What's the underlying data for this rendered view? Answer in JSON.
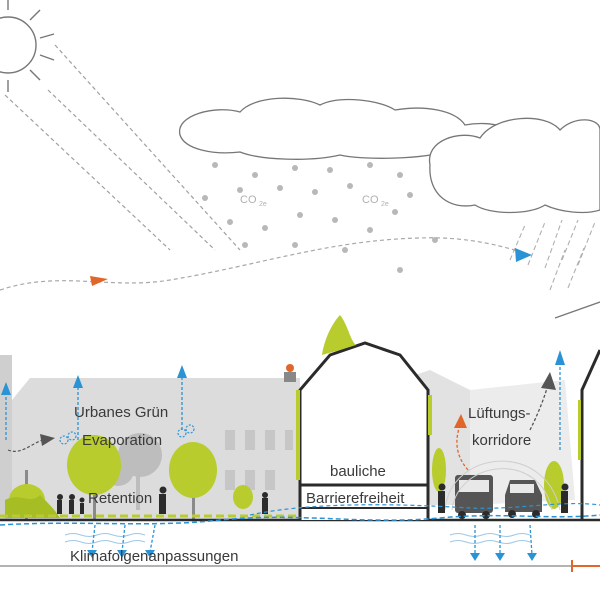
{
  "labels": {
    "urban_green": "Urbanes Grün",
    "evaporation": "Evaporation",
    "retention": "Retention",
    "ventilation_line1": "Lüftungs-",
    "ventilation_line2": "korridore",
    "barrier_line1": "bauliche",
    "barrier_line2": "Barrierefreiheit",
    "climate_adaptation": "Klimafolgenanpassungen",
    "co2_left": "CO",
    "co2_left_sub": "2e",
    "co2_right": "CO",
    "co2_right_sub": "2e"
  },
  "icons": [
    "sun-icon",
    "cloud-icon",
    "rain-icon",
    "tree-icon",
    "person-icon",
    "car-icon",
    "bus-icon",
    "arrow-icon",
    "evaporation-swirl-icon",
    "water-wave-icon"
  ],
  "colors": {
    "green": "#b8cc2e",
    "blue": "#2a93d5",
    "orange": "#e0662a",
    "gray_building": "#d4d4d4",
    "dark": "#2b2b2b",
    "line_gray": "#9a9a9a"
  }
}
